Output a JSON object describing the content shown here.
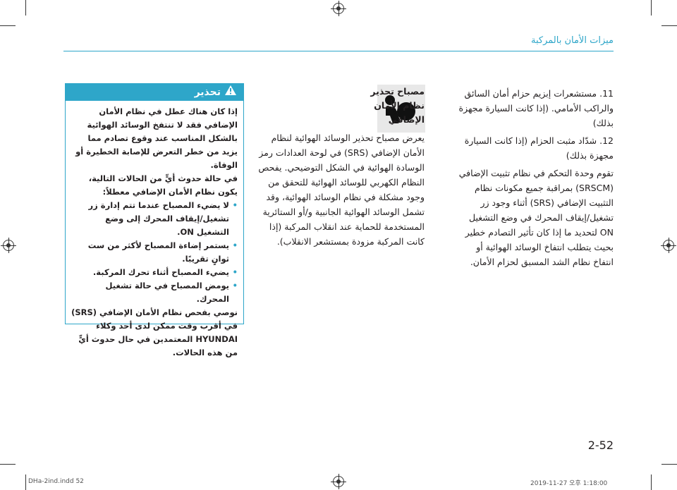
{
  "header": {
    "section_title": "ميزات الأمان بالمركبة"
  },
  "right_column": {
    "items": [
      "11. مستشعرات إبزيم حزام أمان السائق والراكب الأمامي. (إذا كانت السيارة مجهزة بذلك)",
      "12. شدّاد مثبت الحزام (إذا كانت السيارة مجهزة بذلك)"
    ],
    "paragraph": "تقوم وحدة التحكم في نظام تثبيت الإضافي (SRSCM) بمراقبة جميع مكونات نظام التثبيت الإضافي (SRS) أثناء وجود زر تشغيل/إيقاف المحرك في وضع التشغيل ON لتحديد ما إذا كان تأثير التصادم خطير بحيث يتطلب انتفاخ الوسائد الهوائية أو انتفاخ نظام الشد المسبق لحزام الأمان."
  },
  "middle_column": {
    "icon_name": "airbag-warning-light-icon",
    "heading": "مصباح تحذير نظام الأمان الإضافي",
    "body": "يعرض مصباح تحذير الوسائد الهوائية لنظام الأمان الإضافي (SRS) في لوحة العدادات رمز الوسادة الهوائية في الشكل التوضيحي. يفحص النظام الكهربي للوسائد الهوائية للتحقق من وجود مشكلة في نظام الوسائد الهوائية، وقد تشمل الوسائد الهوائية الجانبية و/أو الستائرية المستخدمة للحماية عند انقلاب المركبة (إذا كانت المركبة مزودة بمستشعر الانقلاب)."
  },
  "warning_box": {
    "title": "تحذير",
    "intro": "إذا كان هناك عطل في نظام الأمان الإضافي فقد لا تنتفخ الوسائد الهوائية بالشكل المناسب عند وقوع تصادم مما يزيد من خطر التعرض للإصابة الخطيرة أو الوفاة.",
    "lead": "في حالة حدوث أيٍّ من الحالات التالية، يكون نظام الأمان الإضافي معطلاً:",
    "bullets": [
      "لا يضيء المصباح عندما تتم إدارة زر تشغيل/إيقاف المحرك إلى وضع التشغيل ON.",
      "يستمر إضاءة المصباح لأكثر من ست ثوانٍ تقريبًا.",
      "يضيء المصباح أثناء تحرك المركبة.",
      "يومض المصباح في حالة تشغيل المحرك."
    ],
    "closing": "نوصي بفحص نظام الأمان الإضافي (SRS) في أقرب وقت ممكن لدى أحد وكلاء HYUNDAI المعتمدين في حال حدوث أيٍّ من هذه الحالات."
  },
  "page_number": "2-52",
  "footer": {
    "file": "DHa-2ind.indd   52",
    "timestamp": "2019-11-27   오후 1:18:00"
  }
}
